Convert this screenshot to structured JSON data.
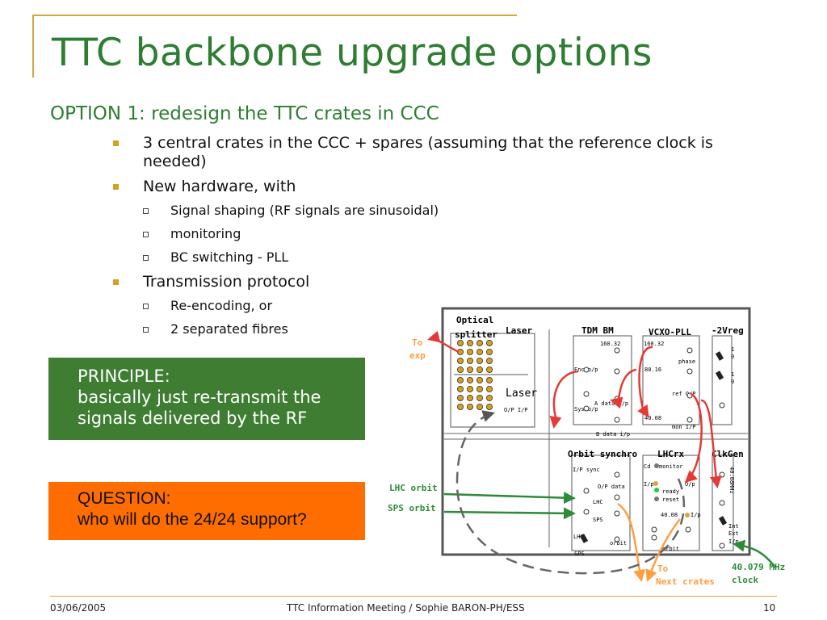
{
  "slide": {
    "title": "TTC backbone upgrade options",
    "subtitle": "OPTION 1: redesign the TTC crates in CCC",
    "bullets": [
      {
        "text": "3 central crates in the CCC + spares (assuming that the reference clock is needed)"
      },
      {
        "text": "New hardware, with",
        "sub": [
          "Signal shaping (RF signals are sinusoidal)",
          "monitoring",
          "BC switching - PLL"
        ]
      },
      {
        "text": "Transmission protocol",
        "sub": [
          "Re-encoding, or",
          "2 separated fibres"
        ]
      }
    ],
    "principle": {
      "heading": "PRINCIPLE:",
      "body": "basically just re-transmit the signals delivered by the RF"
    },
    "question": {
      "heading": "QUESTION:",
      "body": "who will do the 24/24 support?"
    }
  },
  "diagram": {
    "modules_top": [
      "Optical",
      "splitter",
      "Laser",
      "TDM BM",
      "VCXO-PLL",
      "-2Vreg"
    ],
    "modules_bottom": [
      "Orbit synchro",
      "LHCrx",
      "ClkGen"
    ],
    "inner_labels": {
      "laser_big": "Laser",
      "laser_io": "O/P I/P",
      "tdm_freq": "160.32",
      "enc_op": "Enc o/p",
      "a_data": "A data i/p",
      "sys_op": "Sys o/p",
      "b_data": "B data i/p",
      "vcxo_freq": "160.32",
      "phase": "phase",
      "f80": "80.16",
      "ref_op": "ref O/P",
      "f40": "40.08",
      "mon_ip": "mon I/P",
      "vreg_top": "1\n0",
      "vreg_mid": "1\n0",
      "orbit_ip": "I/P sync",
      "op_data": "O/P data",
      "lhc": "LHC",
      "sps": "SPS",
      "lhc2": "LHC",
      "sps2": "SPS",
      "orbit_out": "orbit",
      "cd": "Cd",
      "monitor": "monitor",
      "ip": "I/p",
      "op": "O/p",
      "ready": "ready",
      "reset": "reset",
      "f40b": "40.08",
      "ip2": "I/p",
      "orbit2": "orbit",
      "clk_vert": "40.08MHz",
      "int": "Int",
      "ext": "Ext",
      "ext_ip": "I/p"
    },
    "to_exp": [
      "To",
      "exp"
    ],
    "lhc_orbit": "LHC orbit",
    "sps_orbit": "SPS orbit",
    "to_next": [
      "To",
      "Next crates"
    ],
    "clock_label": [
      "40.079 MHz",
      "clock"
    ]
  },
  "footer": {
    "date": "03/06/2005",
    "center": "TTC Information Meeting / Sophie BARON-PH/ESS",
    "page": "10"
  },
  "colors": {
    "title_green": "#2e7d32",
    "accent_gold": "#d4a83a",
    "principle_bg": "#3e7d32",
    "question_bg": "#ff6d00",
    "arrow_red": "#e53935",
    "arrow_green": "#2e8b3a",
    "arrow_orange": "#ff9e40"
  }
}
